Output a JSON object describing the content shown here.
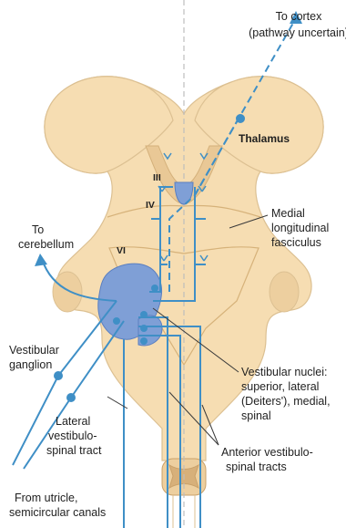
{
  "labels": {
    "to_cortex_1": "To cortex",
    "to_cortex_2": "(pathway uncertain)",
    "thalamus": "Thalamus",
    "nerve_iii": "III",
    "nerve_iv": "IV",
    "nerve_vi": "VI",
    "to_cerebellum_1": "To",
    "to_cerebellum_2": "cerebellum",
    "mlf_1": "Medial",
    "mlf_2": "longitudinal",
    "mlf_3": "fasciculus",
    "vestibular_ganglion_1": "Vestibular",
    "vestibular_ganglion_2": "ganglion",
    "vestibular_nuclei_1": "Vestibular nuclei:",
    "vestibular_nuclei_2": "superior, lateral",
    "vestibular_nuclei_3": "(Deiters'), medial,",
    "vestibular_nuclei_4": "spinal",
    "lateral_tract_1": "Lateral",
    "lateral_tract_2": "vestibulo-",
    "lateral_tract_3": "spinal tract",
    "anterior_tracts_1": "Anterior vestibulo-",
    "anterior_tracts_2": "spinal tracts",
    "from_utricle_1": "From utricle,",
    "from_utricle_2": "semicircular canals"
  },
  "colors": {
    "brainstem_fill": "#f6ddb2",
    "brainstem_stroke": "#dcc092",
    "nucleus_region": "#e9c896",
    "nuclei_blue": "#7f9fd6",
    "pathway_blue": "#3f8fc6",
    "leader_line": "#3a3a3a",
    "midline": "#bdbdbd"
  }
}
